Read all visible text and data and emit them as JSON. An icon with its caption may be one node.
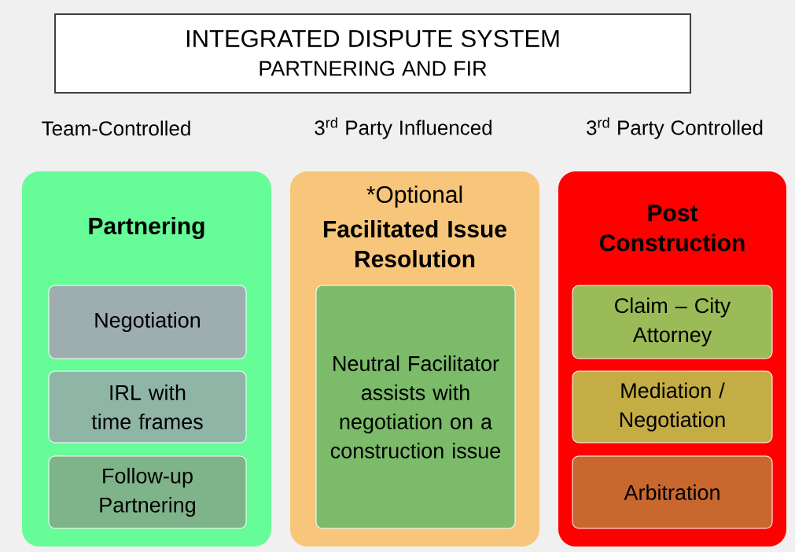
{
  "diagram": {
    "nodes": [
      {
        "text": [
          "INTEGRATED DISPUTE SYSTEM",
          "PARTNERING AND FIR"
        ]
      },
      {
        "text": [
          "Partnering"
        ]
      },
      {
        "text": [
          "Negotiation"
        ],
        "in": 1
      },
      {
        "text": [
          "IRL with time frames"
        ],
        "in": 1
      },
      {
        "text": [
          "Follow-up Partnering"
        ],
        "in": 1
      },
      {
        "text": [
          "*Optional",
          "Facilitated Issue Resolution"
        ]
      },
      {
        "text": [
          "Neutral Facilitator assists with negotiation on a construction issue"
        ],
        "in": 5
      },
      {
        "text": [
          "Post Construction"
        ]
      },
      {
        "text": [
          "Claim – City Attorney"
        ],
        "in": 7
      },
      {
        "text": [
          "Mediation / Negotiation"
        ],
        "in": 7
      },
      {
        "text": [
          "Arbitration"
        ],
        "in": 7
      }
    ],
    "labels": [
      "Team-Controlled",
      "3$^{rd}$ Party Influenced",
      "3$^{rd}$ Party Controlled"
    ]
  }
}
